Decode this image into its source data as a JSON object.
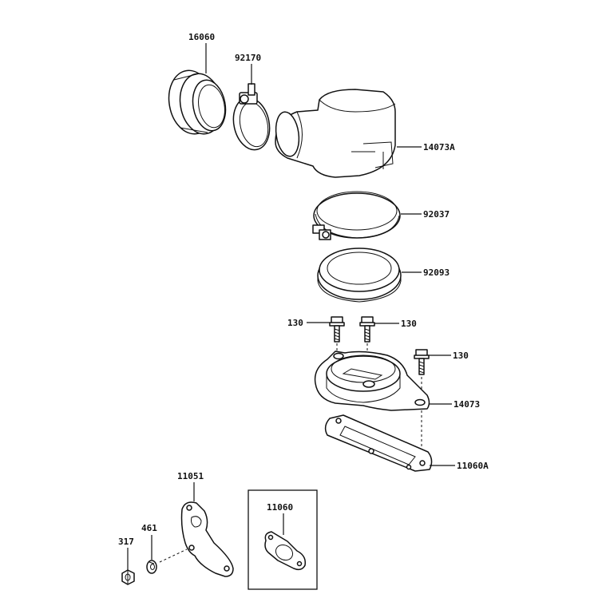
{
  "callouts": {
    "p16060": "16060",
    "p92170": "92170",
    "p14073A": "14073A",
    "p92037": "92037",
    "p92093": "92093",
    "p130_a": "130",
    "p130_b": "130",
    "p130_c": "130",
    "p14073": "14073",
    "p11060A": "11060A",
    "p11051": "11051",
    "p11060": "11060",
    "p461": "461",
    "p317": "317"
  }
}
